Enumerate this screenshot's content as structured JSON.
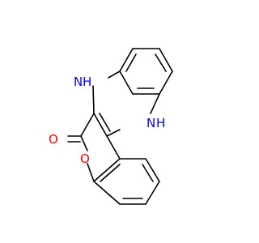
{
  "molecule": {
    "atoms": {
      "nh_top": {
        "symbol": "N",
        "h": "H"
      },
      "nh_right": {
        "symbol": "N",
        "h": "H"
      },
      "carbonyl_o": {
        "symbol": "O"
      },
      "ring_o": {
        "symbol": "O"
      }
    },
    "colors": {
      "bond": "#000000",
      "nitrogen": "#0000ff",
      "oxygen": "#ff0000"
    }
  }
}
